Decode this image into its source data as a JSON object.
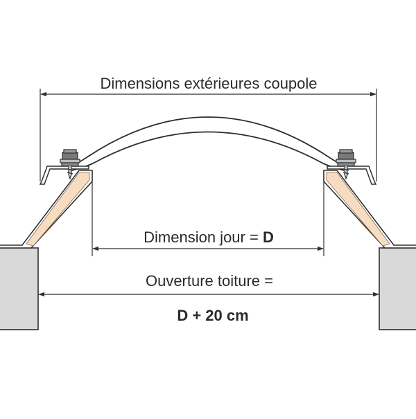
{
  "labels": {
    "outer_dimensions": "Dimensions extérieures coupole",
    "day_dimension_text": "Dimension jour = ",
    "day_dimension_symbol": "D",
    "roof_opening": "Ouverture toiture =",
    "roof_opening_value": "D + 20 cm"
  },
  "colors": {
    "line": "#2f2f2f",
    "wall_fill": "#d9d9da",
    "upstand_fill": "#f6dcc0",
    "background": "#ffffff"
  }
}
